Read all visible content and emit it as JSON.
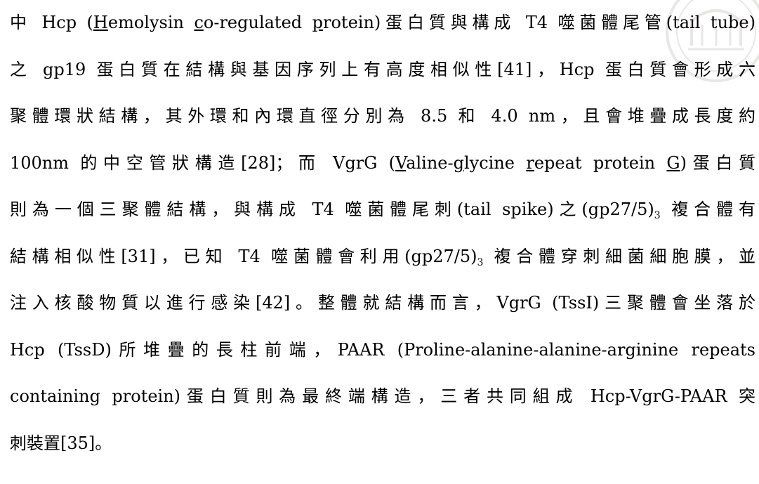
{
  "lines": [
    [
      "中 Hcp (",
      {
        "u": "H"
      },
      "emolysin ",
      {
        "u": "c"
      },
      "o-regulated ",
      {
        "u": "p"
      },
      "rotein)蛋白質與構成 T4 噬菌體尾管(tail tube)"
    ],
    [
      "之 gp19 蛋白質在結構與基因序列上有高度相似性[41]，Hcp 蛋白質會形成六"
    ],
    [
      "聚體環狀結構，其外環和內環直徑分別為 8.5 和 4.0 nm，且會堆疊成長度約"
    ],
    [
      "100nm 的中空管狀構造[28]；而 VgrG (",
      {
        "u": "V"
      },
      "aline-",
      {
        "u": "g"
      },
      "lycine ",
      {
        "u": "r"
      },
      "epeat protein ",
      {
        "u": "G"
      },
      ")蛋白質"
    ],
    [
      "則為一個三聚體結構，與構成 T4 噬菌體尾刺(tail spike)之(gp27/5)",
      {
        "sub": "3"
      },
      " 複合體有"
    ],
    [
      "結構相似性[31]，已知 T4 噬菌體會利用(gp27/5)",
      {
        "sub": "3"
      },
      " 複合體穿刺細菌細胞膜，並"
    ],
    [
      "注入核酸物質以進行感染[42]。整體就結構而言，VgrG (TssI)三聚體會坐落於"
    ],
    [
      "Hcp (TssD)所堆疊的長柱前端，PAAR (Proline-alanine-alanine-arginine repeats"
    ],
    [
      "containing protein)蛋白質則為最終端構造，三者共同組成 Hcp-VgrG-PAAR 突"
    ],
    [
      "刺裝置[35]。"
    ]
  ],
  "colors": {
    "text": "#000000",
    "background": "#ffffff",
    "watermark": "#7a6a6a"
  },
  "watermark": {
    "icon": "university-seal-icon"
  }
}
